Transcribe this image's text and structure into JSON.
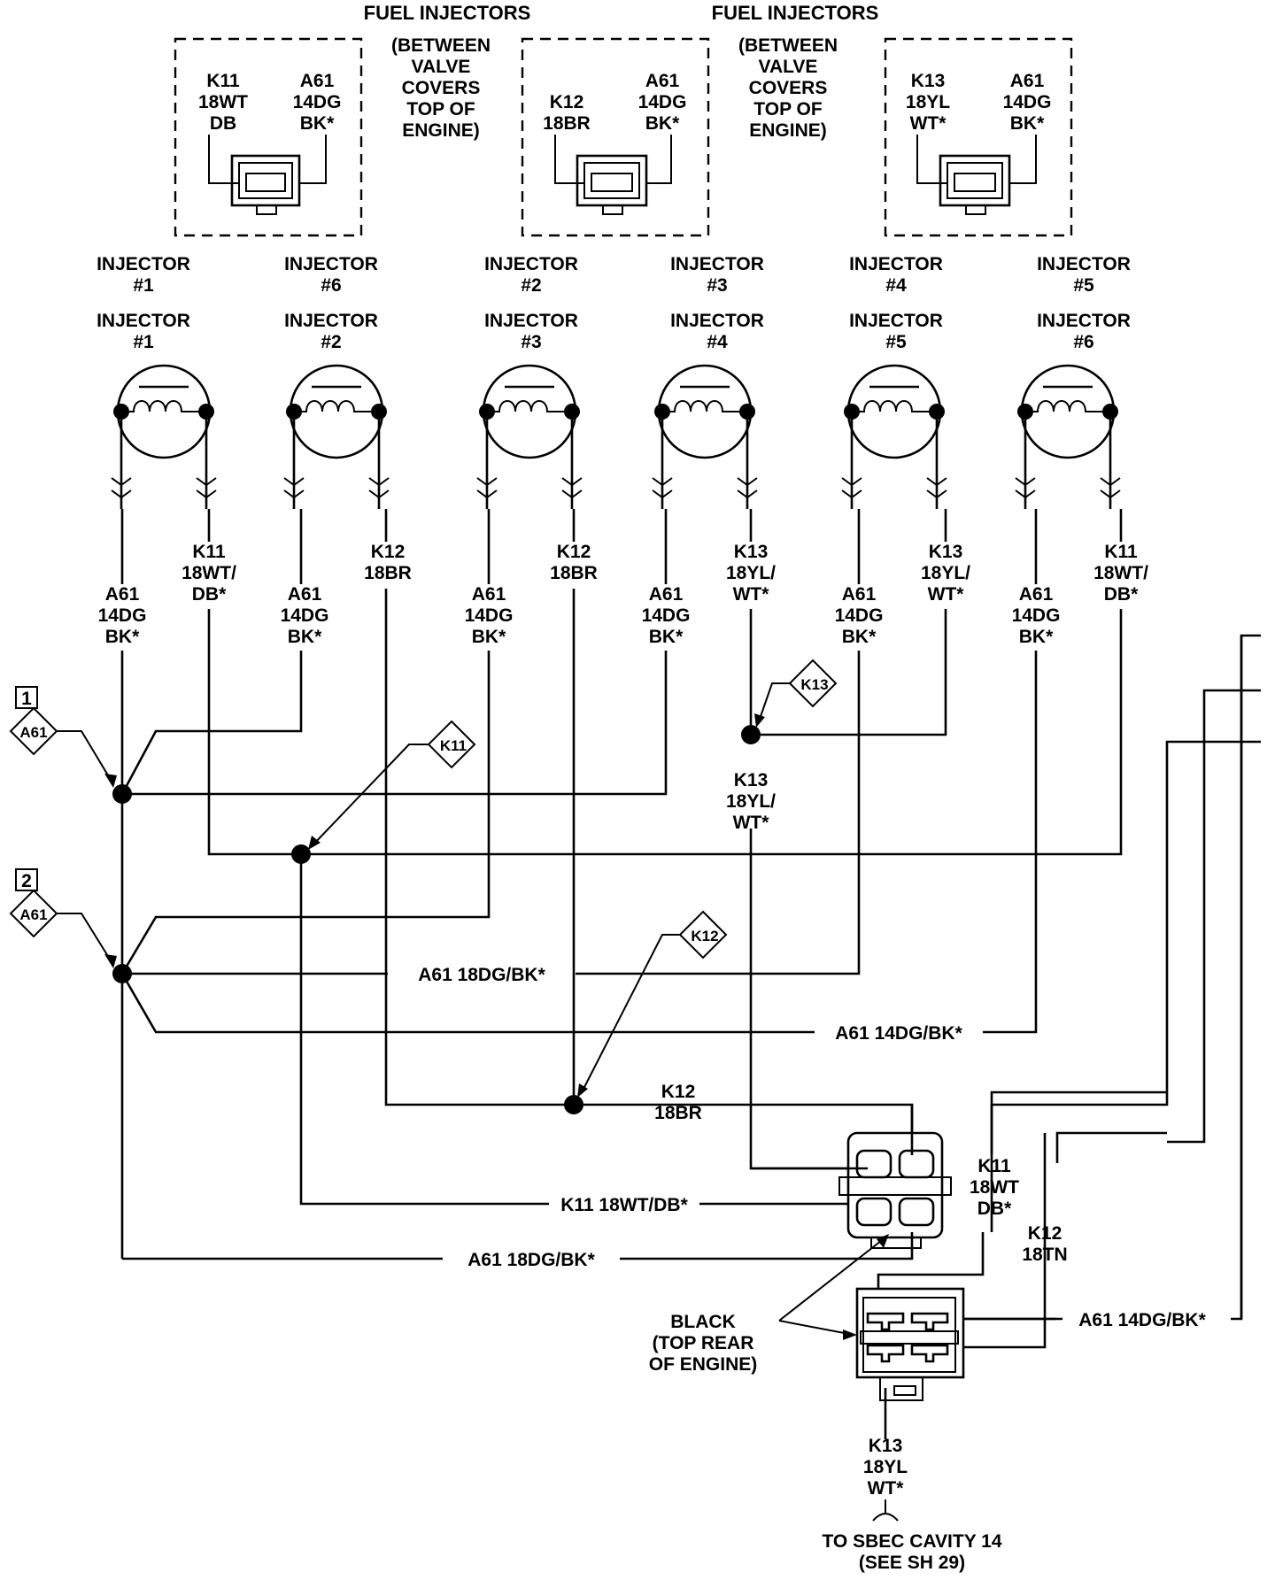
{
  "header": {
    "fuel_injectors_left": "FUEL INJECTORS",
    "fuel_injectors_right": "FUEL INJECTORS",
    "between_note_left": [
      "(BETWEEN",
      "VALVE",
      "COVERS",
      "TOP OF",
      "ENGINE)"
    ],
    "between_note_right": [
      "(BETWEEN",
      "VALVE",
      "COVERS",
      "TOP OF",
      "ENGINE)"
    ]
  },
  "connectors_top": [
    {
      "left": [
        "K11",
        "18WT",
        "DB"
      ],
      "right": [
        "A61",
        "14DG",
        "BK*"
      ]
    },
    {
      "left": [
        "K12",
        "18BR"
      ],
      "right": [
        "A61",
        "14DG",
        "BK*"
      ]
    },
    {
      "left": [
        "K13",
        "18YL",
        "WT*"
      ],
      "right": [
        "A61",
        "14DG",
        "BK*"
      ]
    }
  ],
  "injector_labels_row1": [
    [
      "INJECTOR",
      "#1"
    ],
    [
      "INJECTOR",
      "#6"
    ],
    [
      "INJECTOR",
      "#2"
    ],
    [
      "INJECTOR",
      "#3"
    ],
    [
      "INJECTOR",
      "#4"
    ],
    [
      "INJECTOR",
      "#5"
    ]
  ],
  "injector_labels_row2": [
    [
      "INJECTOR",
      "#1"
    ],
    [
      "INJECTOR",
      "#2"
    ],
    [
      "INJECTOR",
      "#3"
    ],
    [
      "INJECTOR",
      "#4"
    ],
    [
      "INJECTOR",
      "#5"
    ],
    [
      "INJECTOR",
      "#6"
    ]
  ],
  "injector_wires": [
    {
      "left": [
        "A61",
        "14DG",
        "BK*"
      ],
      "right": [
        "K11",
        "18WT/",
        "DB*"
      ]
    },
    {
      "left": [
        "A61",
        "14DG",
        "BK*"
      ],
      "right": [
        "K12",
        "18BR"
      ]
    },
    {
      "left": [
        "A61",
        "14DG",
        "BK*"
      ],
      "right": [
        "K12",
        "18BR"
      ]
    },
    {
      "left": [
        "A61",
        "14DG",
        "BK*"
      ],
      "right": [
        "K13",
        "18YL/",
        "WT*"
      ]
    },
    {
      "left": [
        "A61",
        "14DG",
        "BK*"
      ],
      "right": [
        "K13",
        "18YL/",
        "WT*"
      ]
    },
    {
      "left": [
        "A61",
        "14DG",
        "BK*"
      ],
      "right": [
        "K11",
        "18WT/",
        "DB*"
      ]
    }
  ],
  "splice_refs": {
    "ref1_num": "1",
    "ref1_tag": "A61",
    "ref2_num": "2",
    "ref2_tag": "A61",
    "k11": "K11",
    "k12": "K12",
    "k13": "K13"
  },
  "k13_splice_label": [
    "K13",
    "18YL/",
    "WT*"
  ],
  "wire_labels": {
    "a61_18dg_mid": "A61 18DG/BK*",
    "a61_14dg_mid": "A61 14DG/BK*",
    "k12_18br": [
      "K12",
      "18BR"
    ],
    "k11_18wt": "K11 18WT/DB*",
    "a61_18dg_bottom": "A61 18DG/BK*",
    "k11_right": [
      "K11",
      "18WT",
      "DB*"
    ],
    "k12_right": [
      "K12",
      "18TN"
    ],
    "a61_14dg_right": "A61 14DG/BK*"
  },
  "black_connector_note": [
    "BLACK",
    "(TOP REAR",
    "OF ENGINE)"
  ],
  "bottom_wire": [
    "K13",
    "18YL",
    "WT*"
  ],
  "destination": [
    "TO SBEC CAVITY 14",
    "(SEE SH 29)"
  ]
}
